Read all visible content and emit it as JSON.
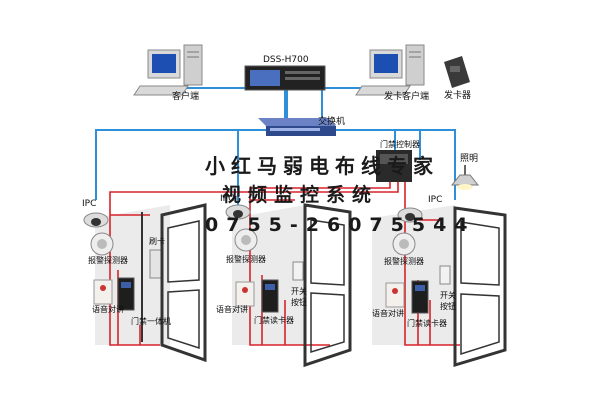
{
  "nodes": {
    "dvr": "DSS-H700",
    "client_left": "客户端",
    "client_right": "发卡客户端",
    "card_issuer": "发卡器",
    "switch": "交换机",
    "door_controller": "门禁控制器",
    "lighting": "照明",
    "ipc_1": "IPC",
    "ipc_2": "IPC",
    "ipc_3": "IPC",
    "alarm_detector_1": "报警探测器",
    "alarm_detector_2": "报警探测器",
    "alarm_detector_3": "报警探测器",
    "card_reader_unit": "刷卡",
    "intercom_1": "语音对讲",
    "intercom_2": "语音对讲",
    "intercom_3": "语音对讲",
    "access_all_in_one": "门禁一体机",
    "access_reader_2": "门禁读卡器",
    "access_reader_3": "门禁读卡器",
    "exit_button_2": "开关按钮",
    "exit_button_3": "开关按钮"
  },
  "watermark": {
    "line1": "小红马弱电布线专家",
    "line2": "视频监控系统",
    "line3": "0755-26075544"
  },
  "colors": {
    "network_line": "#2f8fd8",
    "control_line": "#d8232a",
    "door_frame": "#333333",
    "room_wall": "#e8e8e8",
    "switch_body": "#2e4a8c"
  }
}
